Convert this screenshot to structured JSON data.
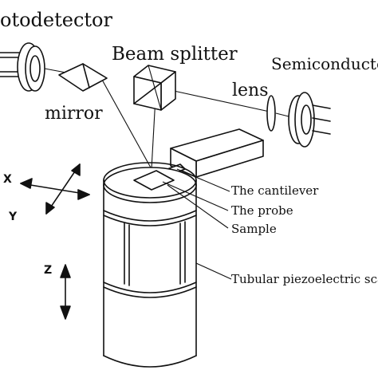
{
  "labels": {
    "photodetector": "otodetector",
    "beam_splitter": "Beam splitter",
    "semiconductor": "Semiconductor",
    "lens": "lens",
    "mirror": "mirror",
    "cantilever": "The cantilever",
    "probe": "The probe",
    "sample": "Sample",
    "scanner": "Tubular piezoelectric scar"
  },
  "axes": {
    "x": "X",
    "y": "Y",
    "z": "Z"
  }
}
